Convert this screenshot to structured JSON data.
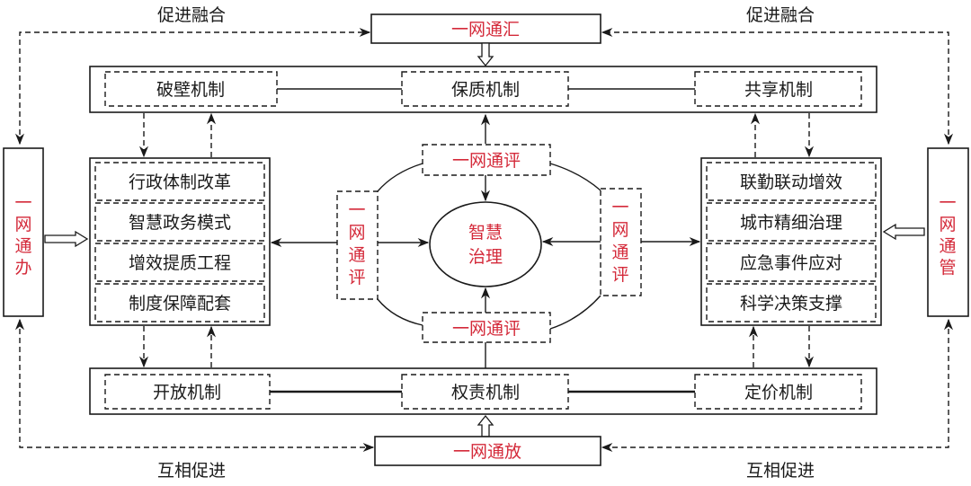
{
  "top_label_left": "促进融合",
  "top_label_right": "促进融合",
  "bottom_label_left": "互相促进",
  "bottom_label_right": "互相促进",
  "top_box": "一网通汇",
  "bottom_box": "一网通放",
  "left_side": [
    "一",
    "网",
    "通",
    "办"
  ],
  "right_side": [
    "一",
    "网",
    "通",
    "管"
  ],
  "top_mechanisms": [
    "破壁机制",
    "保质机制",
    "共享机制"
  ],
  "bottom_mechanisms": [
    "开放机制",
    "权责机制",
    "定价机制"
  ],
  "left_panel": [
    "行政体制改革",
    "智慧政务模式",
    "增效提质工程",
    "制度保障配套"
  ],
  "right_panel": [
    "联勤联动增效",
    "城市精细治理",
    "应急事件应对",
    "科学决策支撑"
  ],
  "center": [
    "智慧",
    "治理"
  ],
  "eval_horizontal": "一网通评",
  "eval_vertical": [
    "一",
    "网",
    "通",
    "评"
  ],
  "colors": {
    "accent_red": "#d42a3a",
    "line": "#1a1a1a"
  }
}
